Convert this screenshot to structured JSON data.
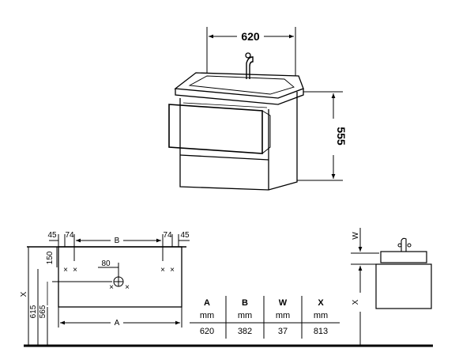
{
  "top_view": {
    "width_dim": "620",
    "height_dim": "555"
  },
  "front_view": {
    "dim_45_left": "45",
    "dim_74_left": "74",
    "dim_b": "B",
    "dim_74_right": "74",
    "dim_45_right": "45",
    "dim_150": "150",
    "dim_80": "80",
    "dim_x": "X",
    "dim_615": "615",
    "dim_565": "565",
    "dim_a": "A",
    "cross": "×"
  },
  "side_view": {
    "dim_w": "W",
    "dim_x": "X"
  },
  "table": {
    "headers": [
      "A",
      "B",
      "W",
      "X"
    ],
    "units": [
      "mm",
      "mm",
      "mm",
      "mm"
    ],
    "values": [
      "620",
      "382",
      "37",
      "813"
    ]
  },
  "colors": {
    "stroke": "#000000",
    "floor": "#000000"
  }
}
